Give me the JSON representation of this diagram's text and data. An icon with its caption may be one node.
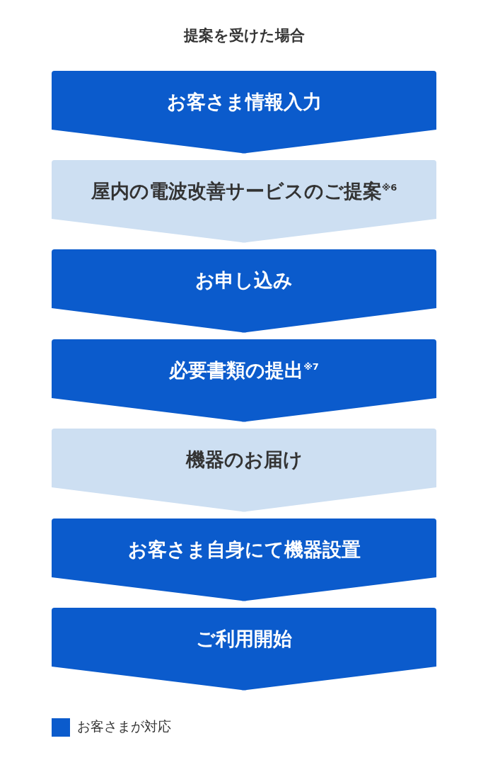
{
  "diagram": {
    "title": "提案を受けた場合",
    "nodes": [
      {
        "text": [
          "お客さま情報入力"
        ]
      },
      {
        "text": [
          "屋内の電波改善サービスのご提案$^{※6}$"
        ]
      },
      {
        "text": [
          "お申し込み"
        ]
      },
      {
        "text": [
          "必要書類の提出$^{※7}$"
        ]
      },
      {
        "text": [
          "機器のお届け"
        ]
      },
      {
        "text": [
          "お客さま自身にて機器設置"
        ]
      },
      {
        "text": [
          "ご利用開始"
        ]
      }
    ],
    "edges": [
      {
        "from": 0,
        "to": 1,
        "arrow": "to"
      },
      {
        "from": 1,
        "to": 2,
        "arrow": "to"
      },
      {
        "from": 2,
        "to": 3,
        "arrow": "to"
      },
      {
        "from": 3,
        "to": 4,
        "arrow": "to"
      },
      {
        "from": 4,
        "to": 5,
        "arrow": "to"
      },
      {
        "from": 5,
        "to": 6,
        "arrow": "to"
      },
      {
        "from": 6,
        "to": null,
        "arrow": "to"
      }
    ],
    "legend": [
      {
        "text": "お客さまが対応",
        "color": "#0b5bcc"
      }
    ]
  }
}
